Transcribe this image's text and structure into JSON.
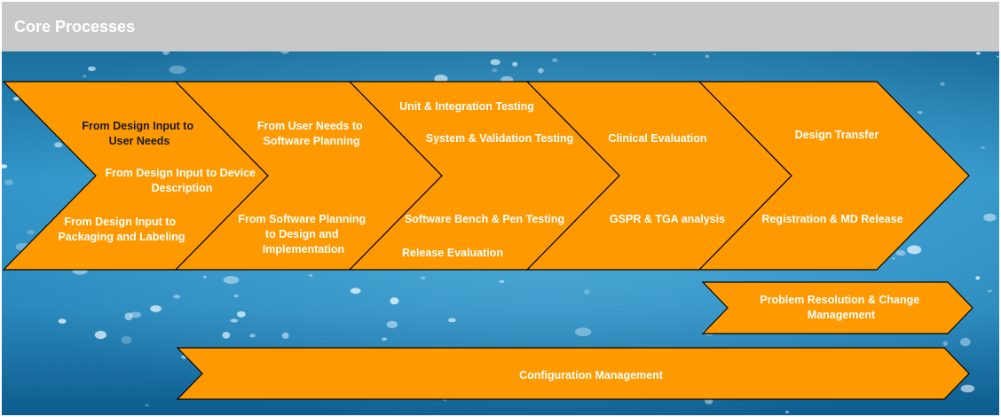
{
  "header": {
    "title": "Core Processes"
  },
  "stages": [
    {
      "name": "stage-1",
      "labels": [
        {
          "lines": [
            "From Design Input to",
            "User Needs"
          ],
          "dark": true
        },
        {
          "lines": [
            "From Design Input to Device",
            "Description"
          ]
        },
        {
          "lines": [
            "From Design Input to",
            "Packaging and Labeling"
          ]
        }
      ]
    },
    {
      "name": "stage-2",
      "labels": [
        {
          "lines": [
            "From User Needs to",
            "Software Planning"
          ]
        },
        {
          "lines": [
            "From Software Planning",
            "to Design and",
            "Implementation"
          ]
        }
      ]
    },
    {
      "name": "stage-3",
      "labels": [
        {
          "lines": [
            "Unit & Integration Testing"
          ]
        },
        {
          "lines": [
            "System & Validation Testing"
          ]
        },
        {
          "lines": [
            "Software Bench & Pen Testing"
          ]
        },
        {
          "lines": [
            "Release Evaluation"
          ]
        }
      ]
    },
    {
      "name": "stage-4",
      "labels": [
        {
          "lines": [
            "Clinical Evaluation"
          ]
        },
        {
          "lines": [
            "GSPR & TGA analysis"
          ]
        }
      ]
    },
    {
      "name": "stage-5",
      "labels": [
        {
          "lines": [
            "Design Transfer"
          ]
        },
        {
          "lines": [
            "Registration & MD Release"
          ]
        }
      ]
    }
  ],
  "support": [
    {
      "name": "problem-resolution",
      "lines": [
        "Problem Resolution & Change",
        "Management"
      ]
    },
    {
      "name": "configuration-management",
      "lines": [
        "Configuration Management"
      ]
    }
  ],
  "colors": {
    "chevron": "#ff9900",
    "header": "#c8c8c8",
    "water_dark": "#0a4f7e",
    "water_light": "#3da7d6"
  }
}
